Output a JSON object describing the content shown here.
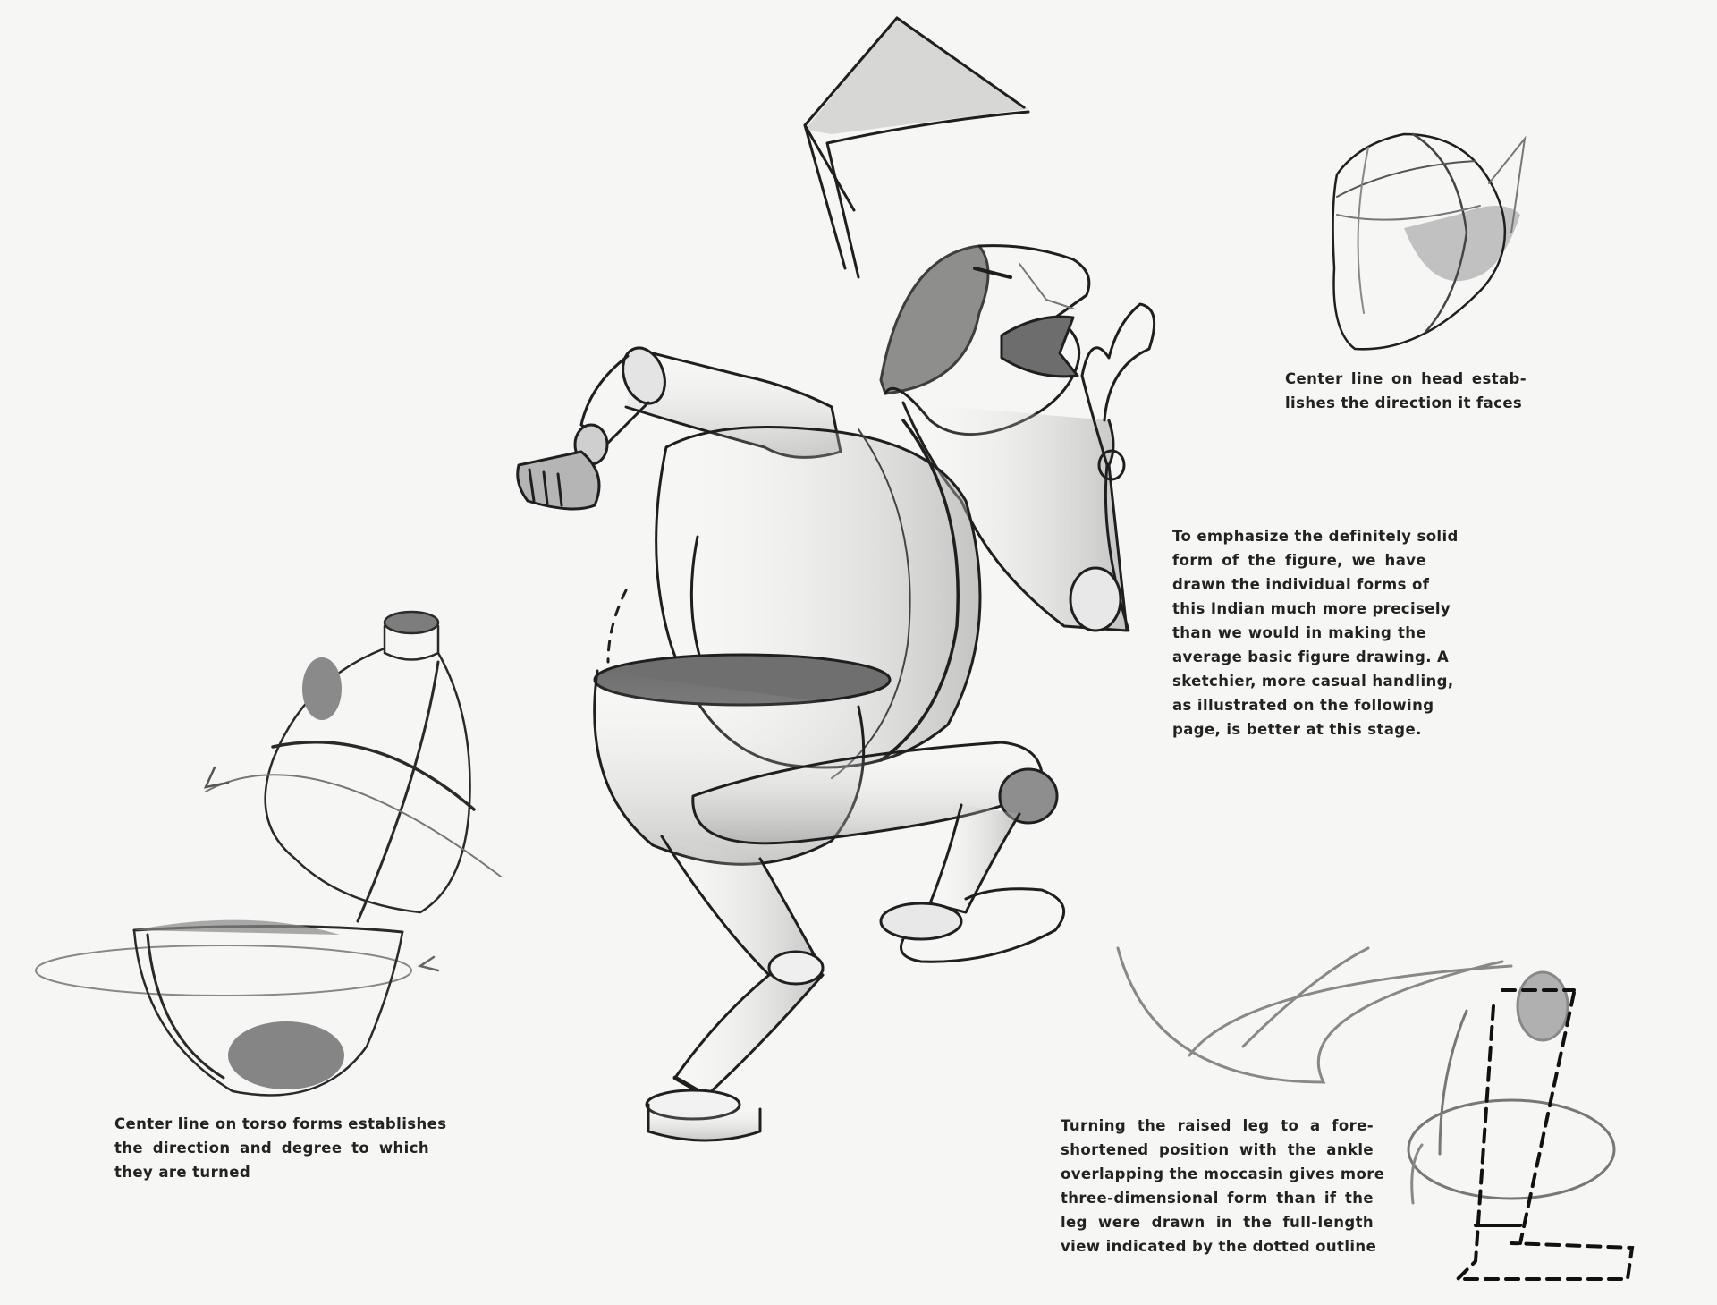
{
  "page": {
    "background": "#f6f6f4",
    "ink": "#1f1f1f",
    "shade": "#8a8a8a"
  },
  "illustrations": {
    "main_figure": "Indian figure constructed of solid forms in squatting dance pose",
    "head_study": "Head form with center line",
    "torso_study": "Torso forms with rotation arrows",
    "leg_study": "Foreshortened raised leg with dotted full-length outline"
  },
  "captions": {
    "head": {
      "lines": [
        "Center line on head estab-",
        "lishes the direction it faces"
      ]
    },
    "solid_form": {
      "lines": [
        "To emphasize the definitely solid",
        "form of the figure, we have",
        "drawn the individual forms of",
        "this Indian much more precisely",
        "than we would in making the",
        "average basic figure drawing. A",
        "sketchier, more casual handling,",
        "as illustrated on the following",
        "page, is better at this stage."
      ]
    },
    "torso": {
      "lines": [
        "Center line on torso forms establishes",
        "the direction and degree to which",
        "they are turned"
      ]
    },
    "leg": {
      "lines": [
        "Turning the raised leg to a fore-",
        "shortened position with the ankle",
        "overlapping the moccasin gives more",
        "three-dimensional form than if the",
        "leg were drawn in the full-length",
        "view indicated by the dotted outline"
      ]
    }
  }
}
